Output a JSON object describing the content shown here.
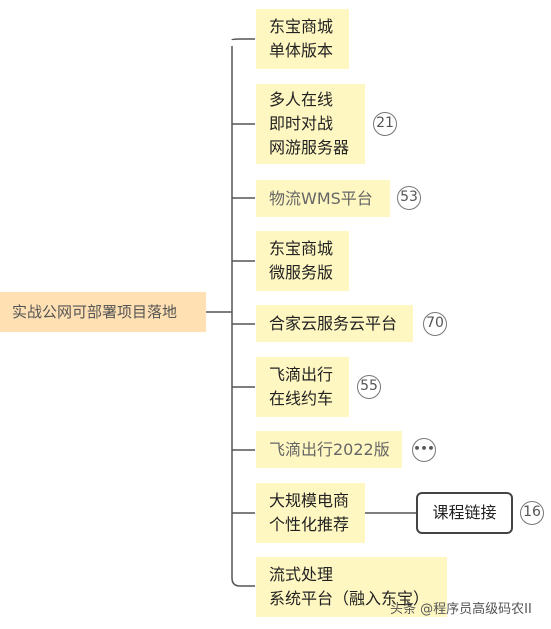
{
  "root": {
    "label": "实战公网可部署项目落地"
  },
  "nodes": [
    {
      "id": "dongbao-single",
      "lines": [
        "东宝商城",
        "单体版本"
      ]
    },
    {
      "id": "multiplayer",
      "lines": [
        "多人在线",
        "即时对战",
        "网游服务器"
      ],
      "badge": "21"
    },
    {
      "id": "wms",
      "lines": [
        "物流WMS平台"
      ],
      "badge": "53"
    },
    {
      "id": "dongbao-micro",
      "lines": [
        "东宝商城",
        "微服务版"
      ]
    },
    {
      "id": "hejia-cloud",
      "lines": [
        "合家云服务云平台"
      ],
      "badge": "70"
    },
    {
      "id": "feidi-ride",
      "lines": [
        "飞滴出行",
        "在线约车"
      ],
      "badge": "55"
    },
    {
      "id": "feidi-2022",
      "lines": [
        "飞滴出行2022版"
      ],
      "badge": "•••"
    },
    {
      "id": "ecommerce",
      "lines": [
        "大规模电商",
        "个性化推荐"
      ],
      "link": "课程链接",
      "badge": "16"
    },
    {
      "id": "stream",
      "lines": [
        "流式处理",
        "系统平台（融入东宝）"
      ]
    }
  ],
  "watermark": "头条 @程序员高级码农II"
}
